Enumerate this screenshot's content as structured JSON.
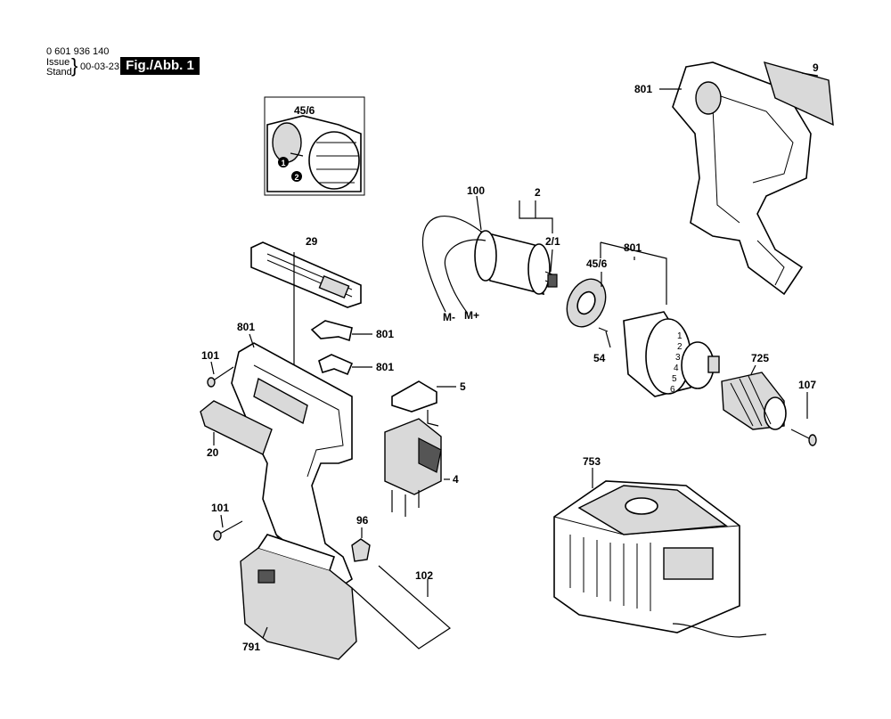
{
  "header": {
    "part_number": "0 601 936 140",
    "issue_label": "Issue",
    "stand_label": "Stand",
    "date": "00-03-23",
    "figure_label": "Fig./Abb. 1"
  },
  "labels": {
    "l_45_6_inset": "45/6",
    "l_9": "9",
    "l_801_top": "801",
    "l_100": "100",
    "l_2": "2",
    "l_2_1": "2/1",
    "l_45_6": "45/6",
    "l_801_gear": "801",
    "l_m_minus": "M-",
    "l_m_plus": "M+",
    "l_54": "54",
    "l_725": "725",
    "l_107": "107",
    "l_29": "29",
    "l_801_a": "801",
    "l_801_b": "801",
    "l_801_c": "801",
    "l_101_a": "101",
    "l_5": "5",
    "l_20": "20",
    "l_4": "4",
    "l_101_b": "101",
    "l_96": "96",
    "l_102": "102",
    "l_791": "791",
    "l_753": "753",
    "step_1": "1",
    "step_2": "2"
  }
}
